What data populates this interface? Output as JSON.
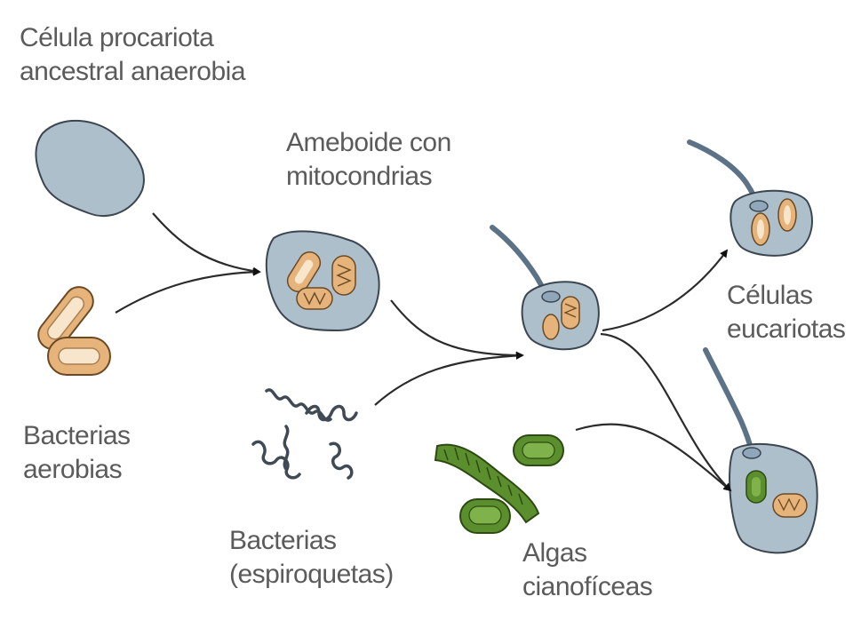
{
  "labels": {
    "ancestral_cell": [
      "Célula procariota",
      "ancestral anaerobia"
    ],
    "aerobic_bacteria": [
      "Bacterias",
      "aerobias"
    ],
    "ameboid": [
      "Ameboide con",
      "mitocondrias"
    ],
    "spirochetes": [
      "Bacterias",
      "(espiroquetas)"
    ],
    "cyanophyte_algae": [
      "Algas",
      "cianofíceas"
    ],
    "eukaryotic_cells": [
      "Células",
      "eucariotas"
    ]
  }
}
